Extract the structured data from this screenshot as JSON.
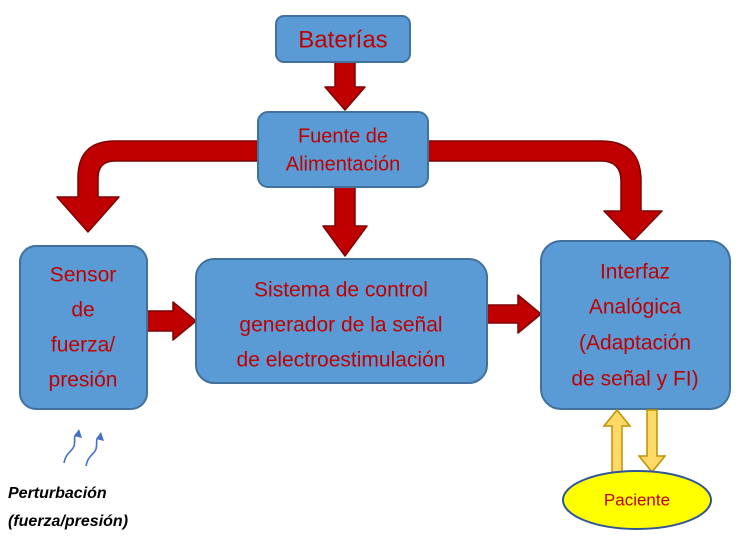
{
  "nodes": {
    "baterias": {
      "label": "Baterías"
    },
    "fuente": {
      "lines": [
        "Fuente de",
        "Alimentación"
      ]
    },
    "sensor": {
      "lines": [
        "Sensor",
        "de",
        "fuerza/",
        "presión"
      ]
    },
    "control": {
      "lines": [
        "Sistema de control",
        "generador de la señal",
        "de electroestimulación"
      ]
    },
    "interfaz": {
      "lines": [
        "Interfaz",
        "Analógica",
        "(Adaptación",
        "de señal y FI)"
      ]
    },
    "paciente": {
      "label": "Paciente"
    }
  },
  "perturbacion": {
    "lines": [
      "Perturbación",
      "(fuerza/presión)"
    ]
  },
  "colors": {
    "box_fill": "#5b9bd5",
    "box_stroke": "#41719c",
    "text": "#c00000",
    "arrow_fill": "#c00000",
    "arrow_stroke": "#7f0000",
    "ellipse_fill": "#ffff00",
    "ellipse_stroke": "#2f5597",
    "io_arrow_fill": "#ffd966",
    "io_arrow_stroke": "#bf9000",
    "wave_arrow": "#4472c4"
  }
}
